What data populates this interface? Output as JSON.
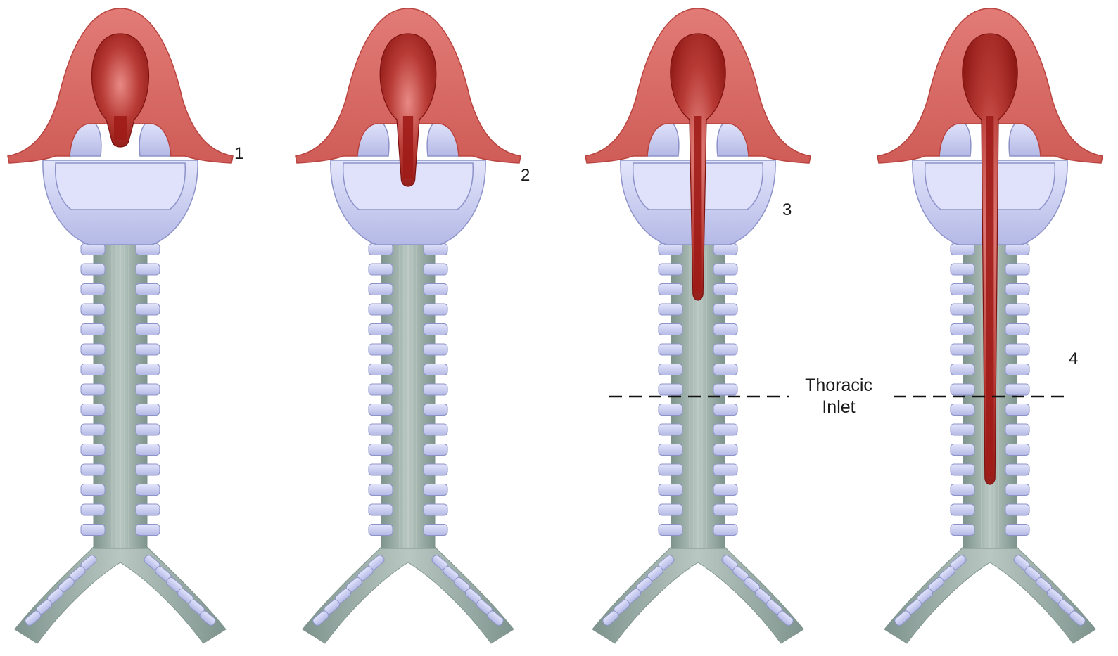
{
  "stages": [
    {
      "label": "1"
    },
    {
      "label": "2"
    },
    {
      "label": "3"
    },
    {
      "label": "4"
    }
  ],
  "thoracic_inlet": {
    "line1": "Thoracic",
    "line2": "Inlet"
  },
  "colors": {
    "mucosa": "#d86a66",
    "mucosa_dark": "#b8433f",
    "lesion": "#9e1c18",
    "lesion_dark": "#7e1210",
    "cartilage": "#c9cdf0",
    "cartilage_edge": "#8d93c8",
    "trachea_wall": "#a7b6b1",
    "trachea_dark": "#7f948e",
    "dash": "#111111"
  }
}
